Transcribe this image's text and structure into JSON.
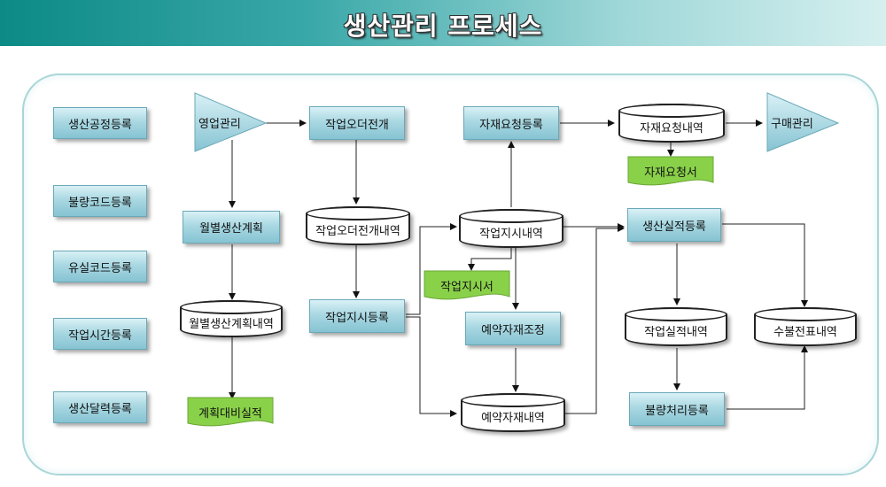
{
  "title": "생산관리 프로세스",
  "left_boxes": [
    "생산공정등록",
    "불량코드등록",
    "유실코드등록",
    "작업시간등록",
    "생산달력등록"
  ],
  "nodes": {
    "sales": "영업관리",
    "monthly_plan": "월별생산계획",
    "monthly_plan_db": "월별생산계획내역",
    "plan_vs_actual": "계획대비실적",
    "order_expand": "작업오더전개",
    "order_expand_db": "작업오더전개내역",
    "instr_reg": "작업지시등록",
    "mat_req_reg": "자재요청등록",
    "instr_db": "작업지시내역",
    "instr_doc": "작업지시서",
    "reserve_adjust": "예약자재조정",
    "reserve_db": "예약자재내역",
    "mat_req_db": "자재요청내역",
    "mat_req_doc": "자재요청서",
    "purchase": "구매관리",
    "prod_result": "생산실적등록",
    "work_result_db": "작업실적내역",
    "defect_reg": "불량처리등록",
    "receipt_db": "수불전표내역"
  },
  "colors": {
    "header_start": "#0c8a86",
    "box_fill": "#a9d8e2",
    "doc_fill": "#8ad14a",
    "frame_border": "#a9d6d8"
  }
}
